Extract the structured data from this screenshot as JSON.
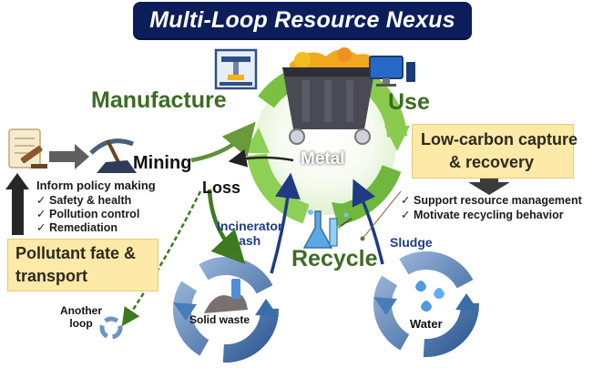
{
  "title": "Multi-Loop Resource Nexus",
  "labels": {
    "manufacture": "Manufacture",
    "use": "Use",
    "metal": "Metal",
    "mining": "Mining",
    "loss": "Loss",
    "recycle": "Recycle",
    "incinerator_ash": [
      "Incinerator",
      "ash"
    ],
    "sludge": "Sludge",
    "solid_waste": "Solid waste",
    "water": "Water",
    "another_loop": [
      "Another",
      "loop"
    ]
  },
  "boxes": {
    "low_carbon": [
      "Low-carbon capture",
      "& recovery"
    ],
    "pollutant": [
      "Pollutant fate &",
      "transport"
    ]
  },
  "policy": {
    "heading": "Inform policy making",
    "items": [
      "Safety & health",
      "Pollution control",
      "Remediation"
    ]
  },
  "management": {
    "items": [
      "Support resource management",
      "Motivate recycling behavior"
    ]
  },
  "colors": {
    "title_bg": "#0b1e5b",
    "green": "#6dbb3b",
    "green_dark": "#3d6b24",
    "blue": "#3b6ea8",
    "yellow": "#fde9a8"
  }
}
